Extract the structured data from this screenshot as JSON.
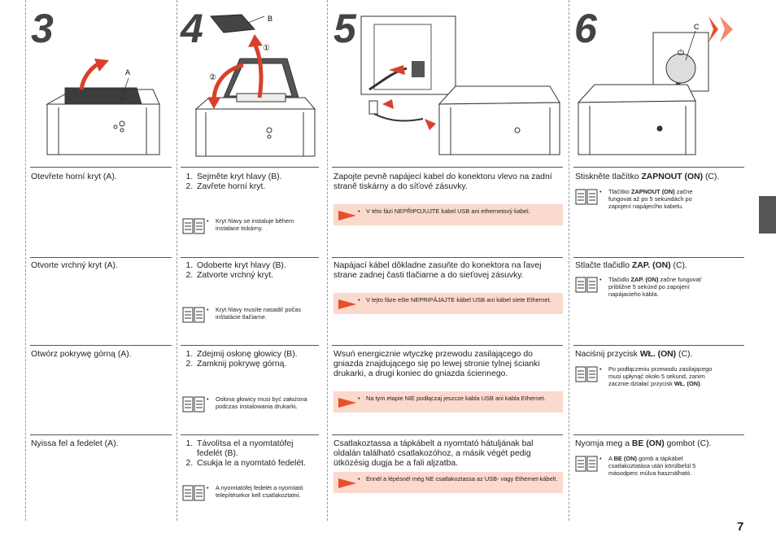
{
  "steps": [
    "3",
    "4",
    "5",
    "6"
  ],
  "labels": {
    "a": "A",
    "b": "B",
    "c": "C",
    "one": "①",
    "two": "②"
  },
  "rows": [
    {
      "c1": "Otevřete horní kryt (A).",
      "c2": [
        "Sejměte kryt hlavy (B).",
        "Zavřete horní kryt."
      ],
      "c2_note": "Kryt hlavy se instaluje během instalace tiskárny.",
      "c3": "Zapojte pevně napájecí kabel do konektoru vlevo na zadní straně tiskárny a do síťové zásuvky.",
      "c3_warn": "V této fázi NEPŘIPOJUJTE kabel USB ani ethernetový kabel.",
      "c4_pre": "Stiskněte tlačítko ",
      "c4_bold": "ZAPNOUT (ON)",
      "c4_post": " (C).",
      "c4_note_pre": "Tlačítko ",
      "c4_note_bold": "ZAPNOUT (ON)",
      "c4_note_post": " začne fungovat až po 5 sekundách po zapojení napájecího kabelu."
    },
    {
      "c1": "Otvorte vrchný kryt (A).",
      "c2": [
        "Odoberte kryt hlavy (B).",
        "Zatvorte vrchný kryt."
      ],
      "c2_note": "Kryt hlavy musíte nasadiť počas inštalácie tlačiarne.",
      "c3": "Napájací kábel dôkladne zasuňte do konektora na ľavej strane zadnej časti tlačiarne a do sieťovej zásuvky.",
      "c3_warn": "V tejto fáze ešte NEPRIPÁJAJTE kábel USB ani kábel siete Ethernet.",
      "c4_pre": "Stlačte tlačidlo ",
      "c4_bold": "ZAP. (ON)",
      "c4_post": " (C).",
      "c4_note_pre": "Tlačidlo ",
      "c4_note_bold": "ZAP. (ON)",
      "c4_note_post": " začne fungovať približne 5 sekúnd po zapojení napájacieho kábla."
    },
    {
      "c1": "Otwórz pokrywę górną (A).",
      "c2": [
        "Zdejmij osłonę głowicy (B).",
        "Zamknij pokrywę górną."
      ],
      "c2_note": "Osłona głowicy musi być założona podczas instalowania drukarki.",
      "c3": "Wsuń energicznie wtyczkę przewodu zasilającego do gniazda znajdującego się po lewej stronie tylnej ścianki drukarki, a drugi koniec do gniazda ściennego.",
      "c3_warn": "Na tym etapie NIE podłączaj jeszcze kabla USB ani kabla Ethernet.",
      "c4_pre": "Naciśnij przycisk ",
      "c4_bold": "WŁ. (ON)",
      "c4_post": " (C).",
      "c4_note_pre": "Po podłączeniu przewodu zasilającego musi upłynąć około 5 sekund, zanim zacznie działać przycisk ",
      "c4_note_bold": "WŁ. (ON)",
      "c4_note_post": "."
    },
    {
      "c1": "Nyissa fel a fedelet (A).",
      "c2": [
        "Távolítsa el a nyomtatófej fedelét (B).",
        "Csukja le a nyomtató fedelét."
      ],
      "c2_note": "A nyomtatófej fedelét a nyomtató telepítésekor kell csatlakoztatni.",
      "c3": "Csatlakoztassa a tápkábelt a nyomtató hátuljának bal oldalán található csatlakozóhoz, a másik végét pedig ütközésig dugja be a fali aljzatba.",
      "c3_warn": "Ennél a lépésnél még NE csatlakoztassa az USB- vagy Ethernet-kábelt.",
      "c4_pre": "Nyomja meg a ",
      "c4_bold": "BE (ON)",
      "c4_post": " gombot (C).",
      "c4_note_pre": "A ",
      "c4_note_bold": "BE (ON)",
      "c4_note_post": " gomb a tápkábel csatlakoztatása után körülbelül 5 másodperc múlva használható."
    }
  ],
  "page_number": "7",
  "colors": {
    "accent": "#e8502a",
    "warn_bg": "#fbd9cc",
    "tab": "#555555"
  }
}
